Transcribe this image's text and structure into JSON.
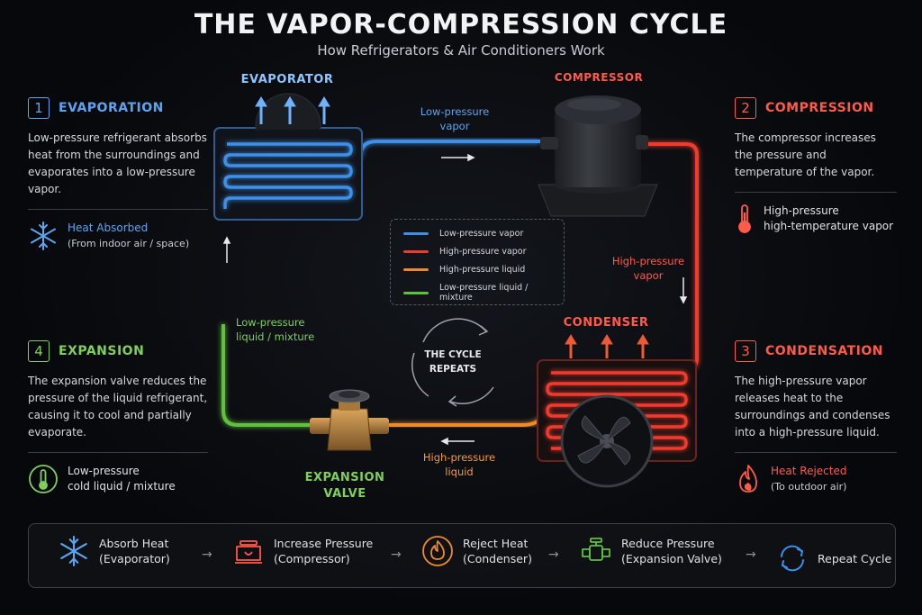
{
  "header": {
    "title": "THE VAPOR-COMPRESSION CYCLE",
    "subtitle": "How Refrigerators & Air Conditioners Work"
  },
  "colors": {
    "low_vapor": "#3d8fe8",
    "high_vapor": "#ee3b2e",
    "high_liquid": "#ee8a2a",
    "low_mixture": "#5fc13c",
    "pale_blue": "#8ec6ff",
    "pale_green": "#8ed36a"
  },
  "steps": [
    {
      "num": "1",
      "title": "EVAPORATION",
      "desc": "Low-pressure refrigerant absorbs heat from the surroundings and evaporates into a low-pressure vapor.",
      "note": "Heat Absorbed",
      "note_sub": "(From indoor air / space)",
      "icon": "snowflake-icon"
    },
    {
      "num": "2",
      "title": "COMPRESSION",
      "desc": "The compressor increases the pressure and temperature of the vapor.",
      "note": "High-pressure",
      "note_sub": "high-temperature vapor",
      "icon": "thermometer-icon"
    },
    {
      "num": "3",
      "title": "CONDENSATION",
      "desc": "The high-pressure vapor releases heat to the surroundings and condenses into a high-pressure liquid.",
      "note": "Heat Rejected",
      "note_sub": "(To outdoor air)",
      "icon": "flame-icon"
    },
    {
      "num": "4",
      "title": "EXPANSION",
      "desc": "The expansion valve reduces the pressure of the liquid refrigerant, causing it to cool and partially evaporate.",
      "note": "Low-pressure",
      "note_sub": "cold liquid / mixture",
      "icon": "thermometer-icon"
    }
  ],
  "components": {
    "evaporator": "EVAPORATOR",
    "compressor": "COMPRESSOR",
    "condenser": "CONDENSER",
    "expansion_1": "EXPANSION",
    "expansion_2": "VALVE"
  },
  "flow_labels": {
    "low_vapor_1": "Low-pressure",
    "low_vapor_2": "vapor",
    "high_vapor_1": "High-pressure",
    "high_vapor_2": "vapor",
    "high_liquid_1": "High-pressure",
    "high_liquid_2": "liquid",
    "low_mix_1": "Low-pressure",
    "low_mix_2": "liquid / mixture"
  },
  "legend": [
    "Low-pressure vapor",
    "High-pressure vapor",
    "High-pressure liquid",
    "Low-pressure liquid / mixture"
  ],
  "cycle": {
    "line1": "THE CYCLE",
    "line2": "REPEATS"
  },
  "bottom_steps": [
    {
      "line1": "Absorb Heat",
      "line2": "(Evaporator)",
      "icon": "snowflake-icon"
    },
    {
      "line1": "Increase Pressure",
      "line2": "(Compressor)",
      "icon": "compressor-icon"
    },
    {
      "line1": "Reject Heat",
      "line2": "(Condenser)",
      "icon": "flame-icon"
    },
    {
      "line1": "Reduce Pressure",
      "line2": "(Expansion Valve)",
      "icon": "valve-icon"
    },
    {
      "line1": "Repeat Cycle",
      "line2": "",
      "icon": "cycle-icon"
    }
  ]
}
